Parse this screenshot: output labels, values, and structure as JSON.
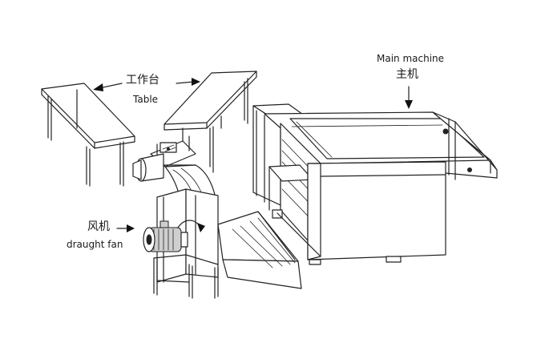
{
  "labels": {
    "worktable_zh": "工作台",
    "worktable_en": "Table",
    "main_machine_en": "Main machine",
    "main_machine_zh": "主机",
    "fan_zh": "风机",
    "fan_en": "draught fan"
  },
  "colors": {
    "line": "#222222",
    "background": "#ffffff",
    "motor_fill": "#cfcfcf"
  }
}
